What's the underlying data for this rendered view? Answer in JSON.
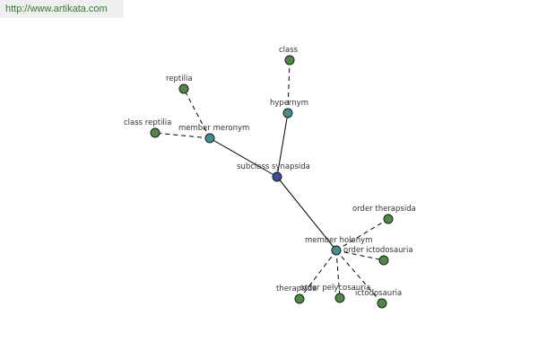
{
  "header": {
    "url": "http://www.artikata.com"
  },
  "colors": {
    "center": "#3d4f8f",
    "relation": "#4a8c8c",
    "term": "#4f8a45"
  },
  "graph": {
    "nodes": [
      {
        "id": "subclass-synapsida",
        "label": "subclass synapsida",
        "kind": "center"
      },
      {
        "id": "hypernym",
        "label": "hypernym",
        "kind": "relation"
      },
      {
        "id": "class",
        "label": "class",
        "kind": "term"
      },
      {
        "id": "member-meronym",
        "label": "member meronym",
        "kind": "relation"
      },
      {
        "id": "reptilia",
        "label": "reptilia",
        "kind": "term"
      },
      {
        "id": "class-reptilia",
        "label": "class reptilia",
        "kind": "term"
      },
      {
        "id": "member-holonym",
        "label": "member holonym",
        "kind": "relation"
      },
      {
        "id": "order-therapsida",
        "label": "order therapsida",
        "kind": "term"
      },
      {
        "id": "order-ictodosauria",
        "label": "order ictodosauria",
        "kind": "term"
      },
      {
        "id": "therapsida",
        "label": "therapsida",
        "kind": "term"
      },
      {
        "id": "order-pelycosauria",
        "label": "order pelycosauria",
        "kind": "term"
      },
      {
        "id": "ictodosauria",
        "label": "ictodosauria",
        "kind": "term"
      }
    ],
    "edges": [
      {
        "from": "subclass-synapsida",
        "to": "hypernym",
        "style": "solid"
      },
      {
        "from": "subclass-synapsida",
        "to": "member-meronym",
        "style": "solid"
      },
      {
        "from": "subclass-synapsida",
        "to": "member-holonym",
        "style": "solid"
      },
      {
        "from": "hypernym",
        "to": "class",
        "style": "dashed"
      },
      {
        "from": "member-meronym",
        "to": "reptilia",
        "style": "dashed"
      },
      {
        "from": "member-meronym",
        "to": "class-reptilia",
        "style": "dashed"
      },
      {
        "from": "member-holonym",
        "to": "order-therapsida",
        "style": "dashed"
      },
      {
        "from": "member-holonym",
        "to": "order-ictodosauria",
        "style": "dashed"
      },
      {
        "from": "member-holonym",
        "to": "therapsida",
        "style": "dashed"
      },
      {
        "from": "member-holonym",
        "to": "order-pelycosauria",
        "style": "dashed"
      },
      {
        "from": "member-holonym",
        "to": "ictodosauria",
        "style": "dashed"
      }
    ]
  }
}
